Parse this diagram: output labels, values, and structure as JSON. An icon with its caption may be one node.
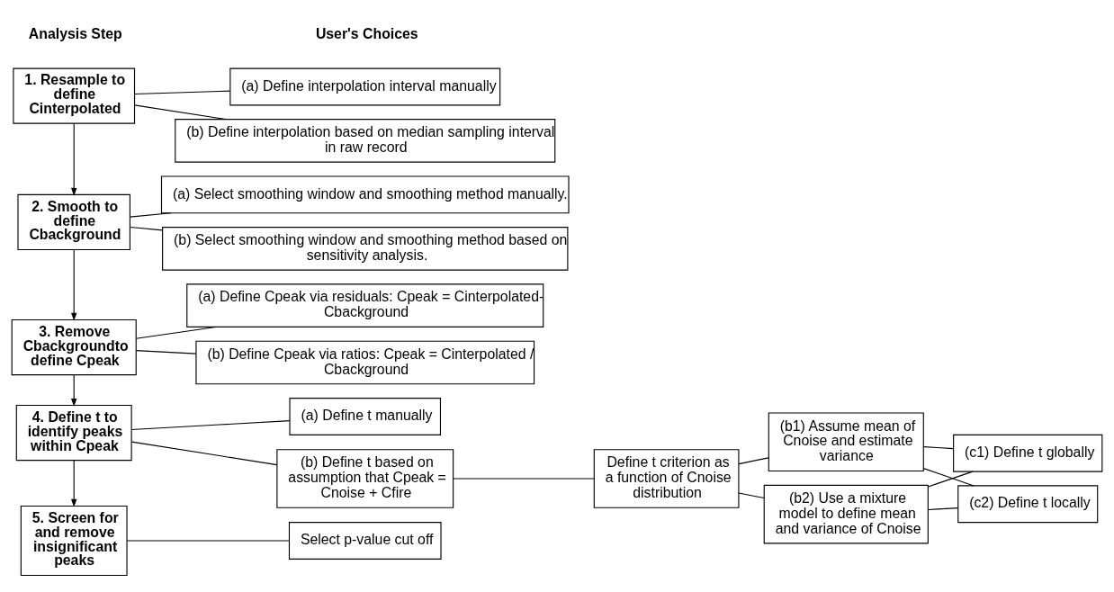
{
  "diagram": {
    "nodes": [
      {
        "text": [
          "1. Resample to define Cinterpolated"
        ]
      },
      {
        "text": [
          "(a) Define interpolation interval manually"
        ]
      },
      {
        "text": [
          "(b) Define interpolation based on median sampling interval in raw record"
        ]
      },
      {
        "text": [
          "2. Smooth to define Cbackground"
        ]
      },
      {
        "text": [
          "(a) Select smoothing window and smoothing method manually."
        ]
      },
      {
        "text": [
          "(b) Select smoothing window and smoothing method based on sensitivity analysis."
        ]
      },
      {
        "text": [
          "3. Remove Cbackgroundto define Cpeak"
        ]
      },
      {
        "text": [
          "(a) Define Cpeak via residuals: Cpeak = Cinterpolated- Cbackground"
        ]
      },
      {
        "text": [
          "(b) Define Cpeak via ratios: Cpeak = Cinterpolated / Cbackground"
        ]
      },
      {
        "text": [
          "4. Define t to identify peaks within Cpeak"
        ]
      },
      {
        "text": [
          "(a) Define t manually"
        ]
      },
      {
        "text": [
          "(b) Define t based on assumption that Cpeak = Cnoise + Cfire"
        ]
      },
      {
        "text": [
          "Define t criterion as a function of Cnoise distribution"
        ]
      },
      {
        "text": [
          "(b1) Assume mean of Cnoise and estimate variance"
        ]
      },
      {
        "text": [
          "(b2) Use a mixture model to define mean and variance of Cnoise"
        ]
      },
      {
        "text": [
          "(c1) Define t globally"
        ]
      },
      {
        "text": [
          "(c2) Define t locally"
        ]
      },
      {
        "text": [
          "5. Screen for and remove insignificant peaks"
        ]
      },
      {
        "text": [
          "Select p-value cut off"
        ]
      }
    ],
    "edges": [
      {
        "from": 0,
        "to": 1,
        "arrow": "none"
      },
      {
        "from": 0,
        "to": 2,
        "arrow": "none"
      },
      {
        "from": 0,
        "to": 3,
        "arrow": "to"
      },
      {
        "from": 3,
        "to": 4,
        "arrow": "none"
      },
      {
        "from": 3,
        "to": 5,
        "arrow": "none"
      },
      {
        "from": 3,
        "to": 6,
        "arrow": "to"
      },
      {
        "from": 6,
        "to": 7,
        "arrow": "none"
      },
      {
        "from": 6,
        "to": 8,
        "arrow": "none"
      },
      {
        "from": 6,
        "to": 9,
        "arrow": "to"
      },
      {
        "from": 9,
        "to": 10,
        "arrow": "none"
      },
      {
        "from": 9,
        "to": 11,
        "arrow": "none"
      },
      {
        "from": 11,
        "to": 12,
        "arrow": "none"
      },
      {
        "from": 12,
        "to": 13,
        "arrow": "none"
      },
      {
        "from": 12,
        "to": 14,
        "arrow": "none"
      },
      {
        "from": 13,
        "to": 15,
        "arrow": "none"
      },
      {
        "from": 13,
        "to": 16,
        "arrow": "none"
      },
      {
        "from": 14,
        "to": 15,
        "arrow": "none"
      },
      {
        "from": 14,
        "to": 16,
        "arrow": "none"
      },
      {
        "from": 9,
        "to": 17,
        "arrow": "to"
      },
      {
        "from": 17,
        "to": 18,
        "arrow": "none"
      }
    ],
    "labels": [
      "Analysis Step",
      "User's Choices"
    ]
  }
}
